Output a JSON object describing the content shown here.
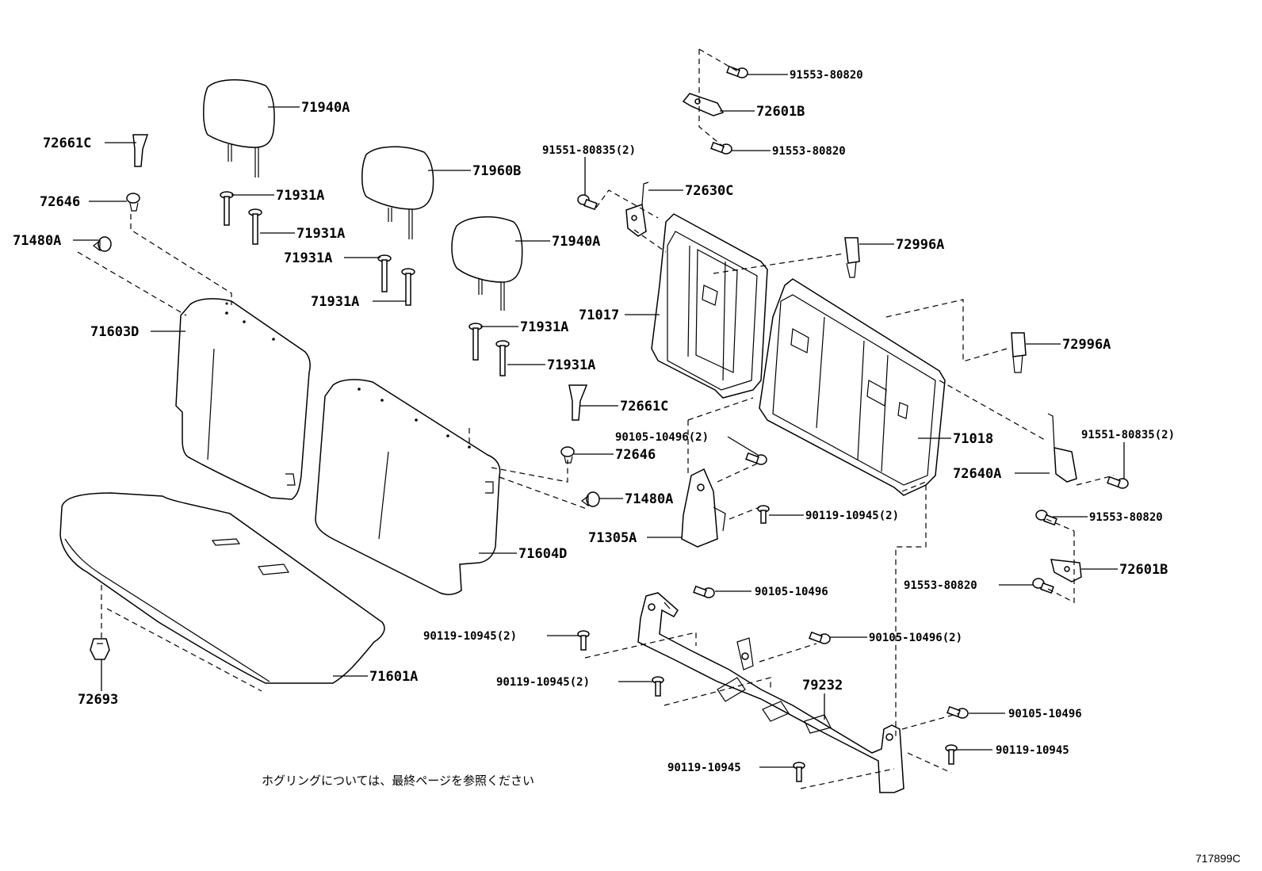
{
  "labels": {
    "p72661c_1": "72661C",
    "p72646_1": "72646",
    "p71480a_1": "71480A",
    "p71940a_1": "71940A",
    "p71931a_1": "71931A",
    "p71931a_2": "71931A",
    "p71931a_3": "71931A",
    "p71931a_4": "71931A",
    "p71960b": "71960B",
    "p71940a_2": "71940A",
    "p71931a_5": "71931A",
    "p71931a_6": "71931A",
    "p71603d": "71603D",
    "p72661c_2": "72661C",
    "p72646_2": "72646",
    "p71480a_2": "71480A",
    "p71604d": "71604D",
    "p71601a": "71601A",
    "p72693": "72693",
    "p91553_80820_1": "91553-80820",
    "p72601b_1": "72601B",
    "p91553_80820_2": "91553-80820",
    "p91551_80835_1": "91551-80835(2)",
    "p72630c": "72630C",
    "p72996a_1": "72996A",
    "p71017": "71017",
    "p72996a_2": "72996A",
    "p90105_10496_2a": "90105-10496(2)",
    "p71018": "71018",
    "p91551_80835_2": "91551-80835(2)",
    "p72640a": "72640A",
    "p90119_10945_2a": "90119-10945(2)",
    "p71305a": "71305A",
    "p91553_80820_3": "91553-80820",
    "p72601b_2": "72601B",
    "p91553_80820_4": "91553-80820",
    "p90105_10496_a": "90105-10496",
    "p90119_10945_2b": "90119-10945(2)",
    "p90105_10496_2b": "90105-10496(2)",
    "p90119_10945_2c": "90119-10945(2)",
    "p79232": "79232",
    "p90105_10496_b": "90105-10496",
    "p90119_10945_a": "90119-10945",
    "p90119_10945_b": "90119-10945"
  },
  "note": "ホグリングについては、最終ページを参照ください",
  "figure_ref": "717899C"
}
